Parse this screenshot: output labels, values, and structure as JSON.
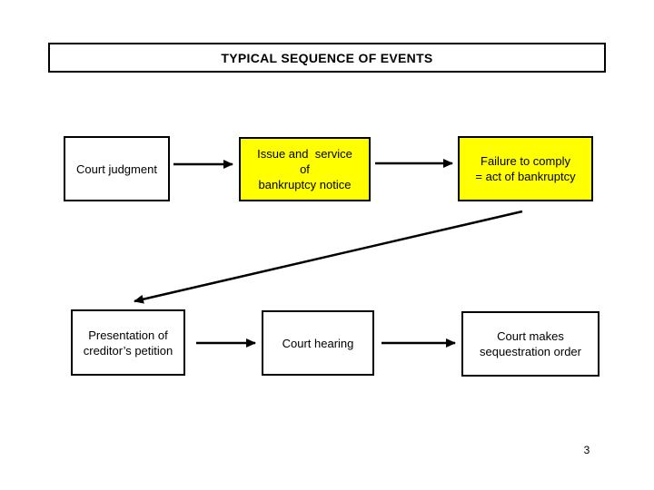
{
  "slide": {
    "title": "TYPICAL SEQUENCE OF EVENTS",
    "page_number": "3"
  },
  "colors": {
    "highlight_fill": "#ffff00",
    "box_border": "#000000",
    "background": "#ffffff",
    "arrow": "#000000"
  },
  "nodes": [
    {
      "id": "court-judgment",
      "label": "Court judgment",
      "highlighted": false
    },
    {
      "id": "issue-service",
      "label": "Issue and  service\nof\nbankruptcy notice",
      "highlighted": true
    },
    {
      "id": "failure-comply",
      "label": "Failure to comply\n= act of bankruptcy",
      "highlighted": true
    },
    {
      "id": "creditors-petition",
      "label": "Presentation of\ncreditor’s petition",
      "highlighted": false
    },
    {
      "id": "court-hearing",
      "label": "Court hearing",
      "highlighted": false
    },
    {
      "id": "sequestration-order",
      "label": "Court makes\nsequestration order",
      "highlighted": false
    }
  ],
  "connections": [
    {
      "from": "court-judgment",
      "to": "issue-service"
    },
    {
      "from": "issue-service",
      "to": "failure-comply"
    },
    {
      "from": "failure-comply",
      "to": "creditors-petition"
    },
    {
      "from": "creditors-petition",
      "to": "court-hearing"
    },
    {
      "from": "court-hearing",
      "to": "sequestration-order"
    }
  ]
}
